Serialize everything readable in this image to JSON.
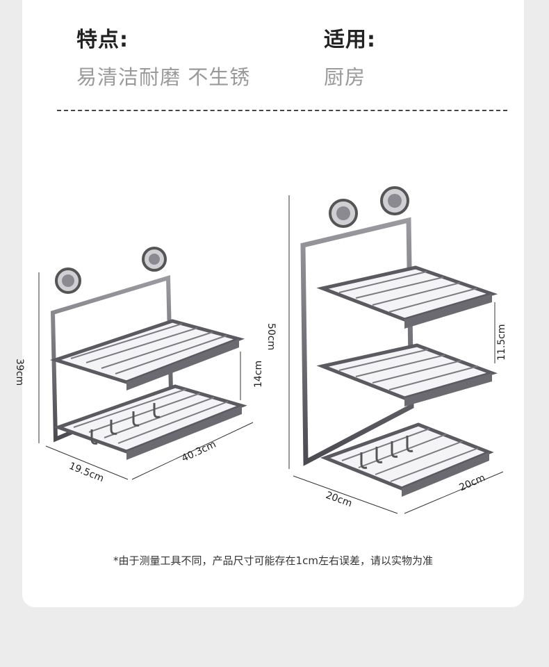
{
  "features": {
    "trait_label": "特点:",
    "trait_value": "易清洁耐磨 不生锈",
    "use_label": "适用:",
    "use_value": "厨房"
  },
  "rack_small": {
    "height": "39cm",
    "depth": "19.5cm",
    "width": "40.3cm",
    "shelf_gap": "14cm"
  },
  "rack_large": {
    "height": "50cm",
    "depth": "20cm",
    "width": "20cm",
    "shelf_gap": "11.5cm"
  },
  "footnote": "*由于测量工具不同，产品尺寸可能存在1cm左右误差，请以实物为准",
  "colors": {
    "metal": "#6e6e72",
    "metal_light": "#c8c8cc",
    "text": "#222222",
    "muted": "#9a9a9a"
  }
}
